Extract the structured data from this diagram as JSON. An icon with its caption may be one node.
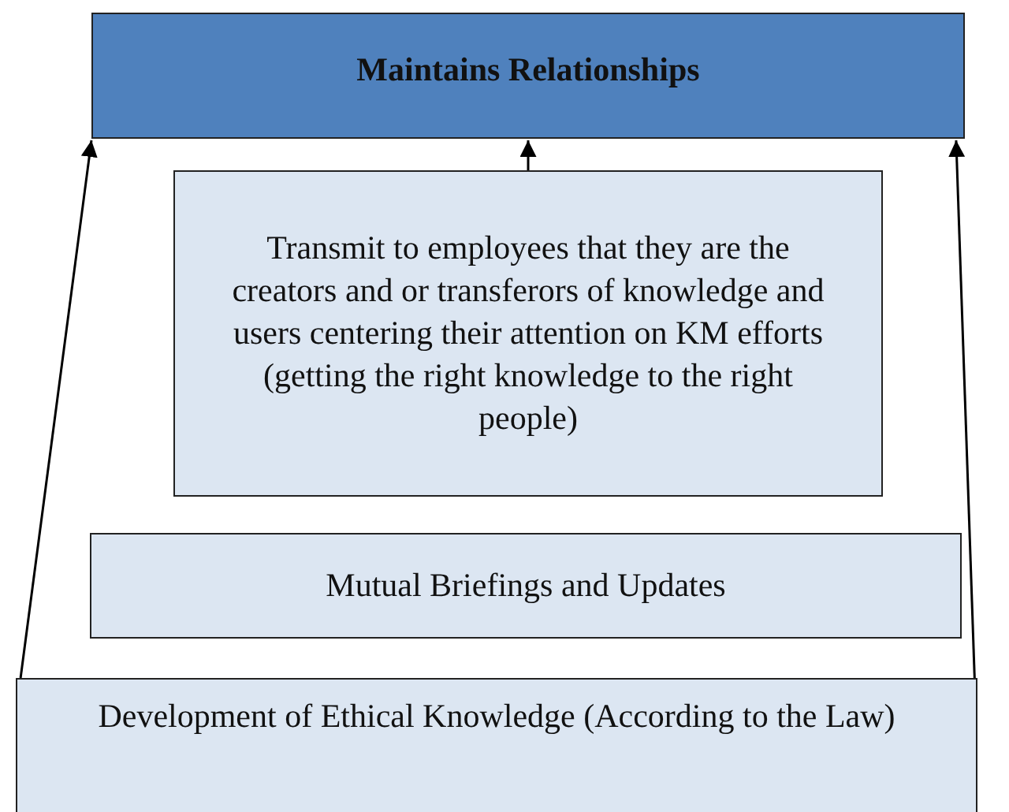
{
  "diagram": {
    "nodes": [
      {
        "text": [
          "Maintains Relationships"
        ]
      },
      {
        "text": [
          "Transmit to employees that they are the creators and or transferors of knowledge and users centering their attention on KM efforts (getting the right knowledge to the right people)"
        ]
      },
      {
        "text": [
          "Mutual Briefings and Updates"
        ]
      },
      {
        "text": [
          "Development of Ethical Knowledge (According to the Law)"
        ]
      }
    ],
    "edges": [
      {
        "from": 1,
        "to": 0,
        "arrow": "to"
      },
      {
        "from": 3,
        "to": 0,
        "arrow": "to"
      },
      {
        "from": 3,
        "to": 0,
        "arrow": "to"
      }
    ]
  }
}
